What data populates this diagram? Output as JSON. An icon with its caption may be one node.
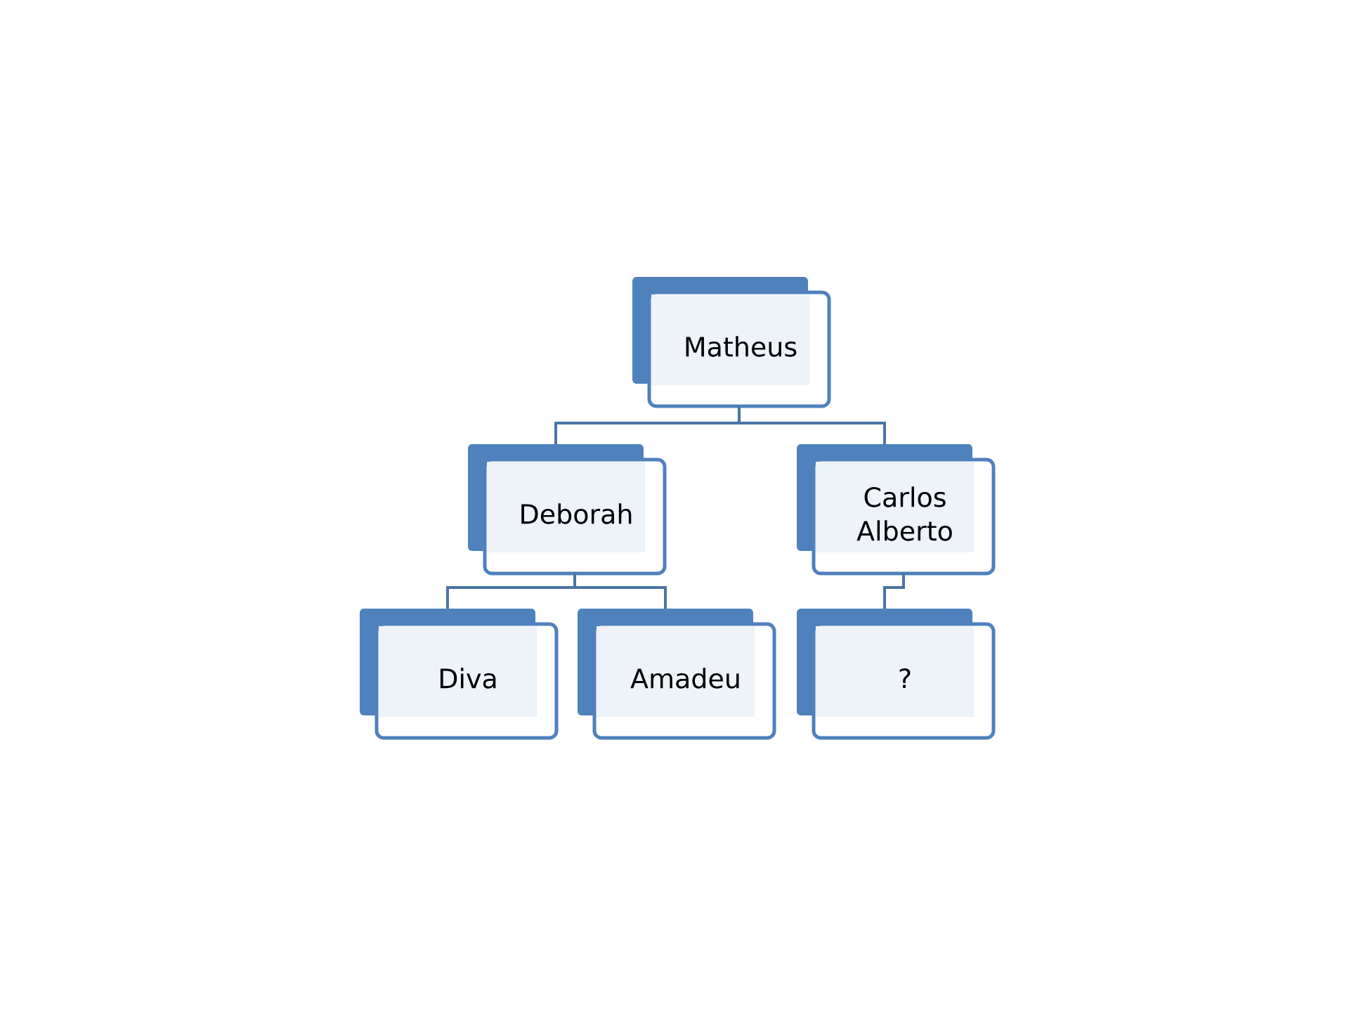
{
  "diagram": {
    "nodes": [
      {
        "text": [
          "Matheus"
        ]
      },
      {
        "text": [
          "Deborah"
        ]
      },
      {
        "text": [
          "Carlos Alberto"
        ]
      },
      {
        "text": [
          "Diva"
        ]
      },
      {
        "text": [
          "Amadeu"
        ]
      },
      {
        "text": [
          "?"
        ]
      }
    ],
    "edges": [
      {
        "from": 0,
        "to": 1,
        "arrow": "none"
      },
      {
        "from": 0,
        "to": 2,
        "arrow": "none"
      },
      {
        "from": 1,
        "to": 3,
        "arrow": "none"
      },
      {
        "from": 1,
        "to": 4,
        "arrow": "none"
      },
      {
        "from": 2,
        "to": 5,
        "arrow": "none"
      }
    ]
  }
}
